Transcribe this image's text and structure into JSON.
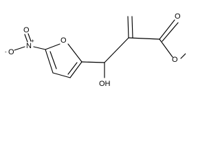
{
  "molecule": {
    "atoms": {
      "nitro_n": "N",
      "nitro_n_charge": "+",
      "nitro_o_minus": "O",
      "nitro_o_minus_charge": "-",
      "nitro_o_double": "O",
      "ring_o": "O",
      "hydroxyl": "OH",
      "carbonyl_o": "O",
      "ester_o": "O"
    }
  }
}
